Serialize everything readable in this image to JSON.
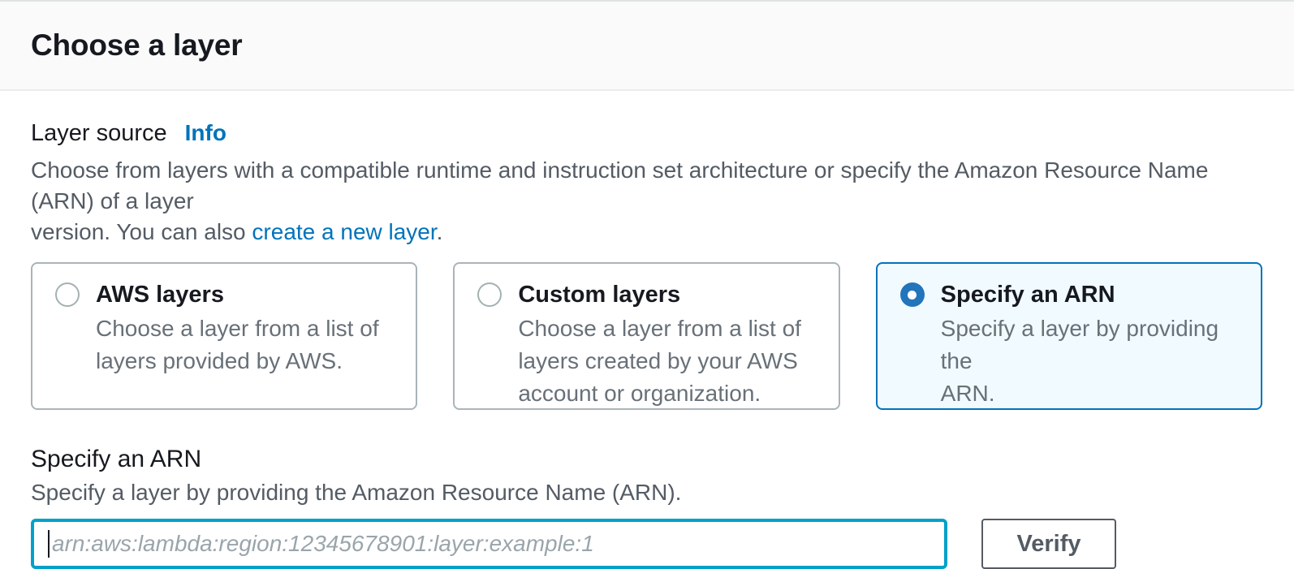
{
  "panel": {
    "title": "Choose a layer"
  },
  "layer_source": {
    "label": "Layer source",
    "info_label": "Info",
    "description_line1": "Choose from layers with a compatible runtime and instruction set architecture or specify the Amazon Resource Name (ARN) of a layer",
    "description_line2_prefix": "version. You can also ",
    "create_link_label": "create a new layer",
    "description_line2_suffix": "."
  },
  "cards": [
    {
      "label": "AWS layers",
      "selected": false,
      "description_lines": [
        "Choose a layer from a list of",
        "layers provided by AWS."
      ]
    },
    {
      "label": "Custom layers",
      "selected": false,
      "description_lines": [
        "Choose a layer from a list of",
        "layers created by your AWS",
        "account or organization."
      ]
    },
    {
      "label": "Specify an ARN",
      "selected": true,
      "description_lines": [
        "Specify a layer by providing the",
        "ARN."
      ]
    }
  ],
  "arn_section": {
    "heading": "Specify an ARN",
    "description": "Specify a layer by providing the Amazon Resource Name (ARN).",
    "input_value": "",
    "input_placeholder": "arn:aws:lambda:region:12345678901:layer:example:1",
    "verify_button_label": "Verify"
  },
  "colors": {
    "accent_blue": "#0073bb",
    "selected_card_bg": "#f1faff",
    "selected_card_border": "#0073bb",
    "input_focus_border": "#00a1c9",
    "header_bg": "#fafafa",
    "divider": "#eaeded",
    "heading_text": "#16191f",
    "secondary_text": "#687078"
  }
}
